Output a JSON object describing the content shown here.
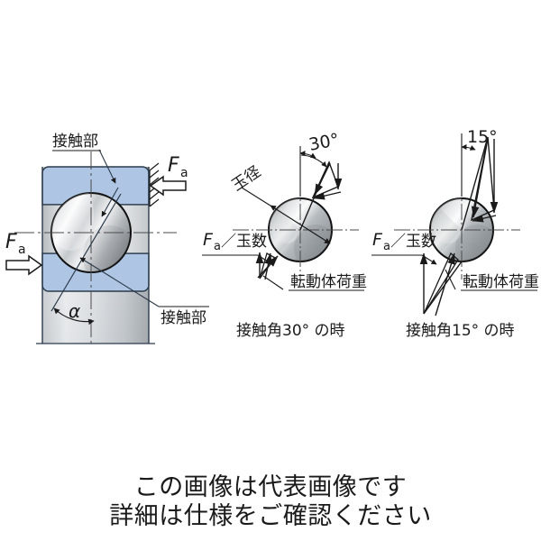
{
  "figure": {
    "title_hidden": "",
    "colors": {
      "ring_fill": "#aec6e4",
      "ring_stroke": "#2b3a4a",
      "steel_light": "#fdfdfd",
      "steel_mid": "#b9bdc0",
      "steel_dark": "#8d9194",
      "line": "#1a1a1a",
      "centerline": "#4a4a4a",
      "ball_stroke": "#111111",
      "text": "#1a1a1a"
    }
  },
  "left_diagram": {
    "name": "angular-contact-bearing-section",
    "label_contact_top": "接触部",
    "label_contact_bottom": "接触部",
    "label_force_left": "F",
    "label_force_left_sub": "a",
    "label_force_right": "F",
    "label_force_right_sub": "a",
    "label_angle": "α"
  },
  "middle_diagram": {
    "name": "ball-load-30deg",
    "angle_label": "30°",
    "ball_diameter_label": "玉径",
    "load_numerator": "F",
    "load_numerator_sub": "a",
    "load_divider": "／",
    "load_denominator": "玉数",
    "rolling_load_label": "転動体荷重",
    "caption": "接触角30°  の時"
  },
  "right_diagram": {
    "name": "ball-load-15deg",
    "angle_label": "15°",
    "load_numerator": "F",
    "load_numerator_sub": "a",
    "load_divider": "／",
    "load_denominator": "玉数",
    "rolling_load_label": "転動体荷重",
    "caption": "接触角15°  の時"
  },
  "footer": {
    "line1": "この画像は代表画像です",
    "line2": "詳細は仕様をご確認ください"
  }
}
